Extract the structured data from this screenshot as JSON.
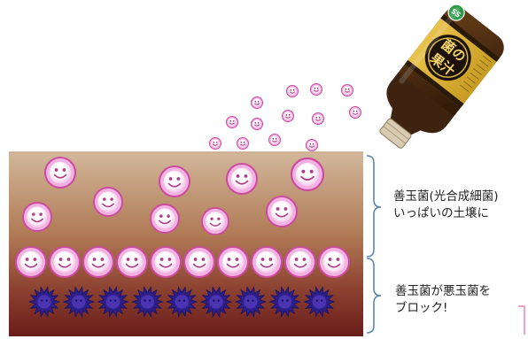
{
  "bottle": {
    "label_top": "菌の",
    "label_bottom": "果汁",
    "cap_badge": "SS"
  },
  "captions": {
    "upper": {
      "line1": "善玉菌(光合成細菌)",
      "line2": "いっぱいの土壌に"
    },
    "lower": {
      "line1": "善玉菌が悪玉菌を",
      "line2": "ブロック!"
    }
  },
  "colors": {
    "soil_top": "#d2b79a",
    "soil_mid": "#9a5a3c",
    "soil_bottom": "#6a1c18",
    "good_microbe_fill": "#f3b3e2",
    "good_microbe_ring": "#cc4ba0",
    "bad_microbe": "#2d1f8a",
    "bracket": "#5a86b8"
  }
}
